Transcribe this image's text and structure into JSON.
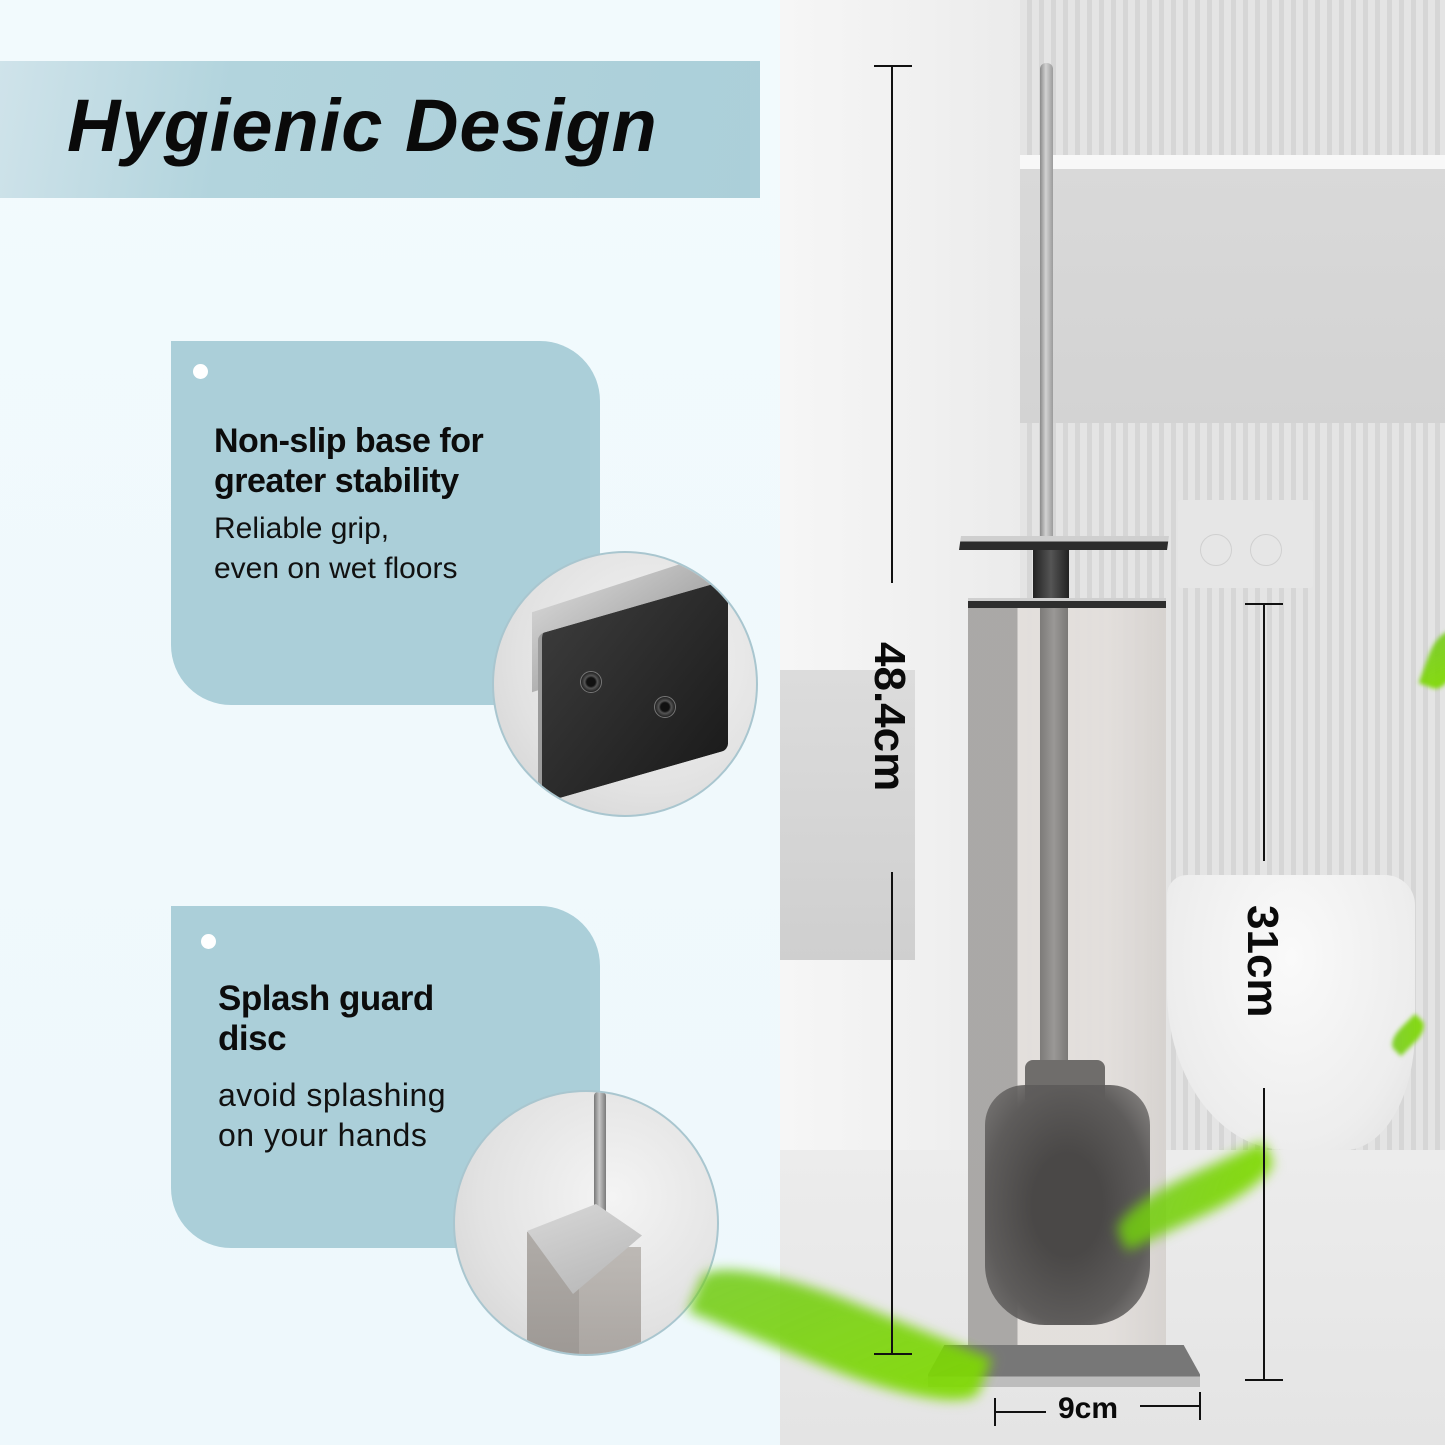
{
  "header": {
    "title": "Hygienic Design"
  },
  "features": [
    {
      "heading_line1": "Non-slip base for",
      "heading_line2": "greater stability",
      "body_line1": "Reliable grip,",
      "body_line2": "even on wet floors",
      "image": "black-non-slip-base-with-screws"
    },
    {
      "heading_line1": "Splash guard",
      "heading_line2": "disc",
      "body_line1": "avoid splashing",
      "body_line2": "on your hands",
      "image": "square-cap-with-rod"
    }
  ],
  "dimensions": {
    "total_height": "48.4cm",
    "holder_height": "31cm",
    "base_width": "9cm"
  },
  "colors": {
    "background": "#f1f9fc",
    "banner": "#abcfd9",
    "card": "#abcfd9",
    "text": "#0a0a0a",
    "leaf_green": "#7dd10a",
    "steel": "#c8c4c0"
  }
}
